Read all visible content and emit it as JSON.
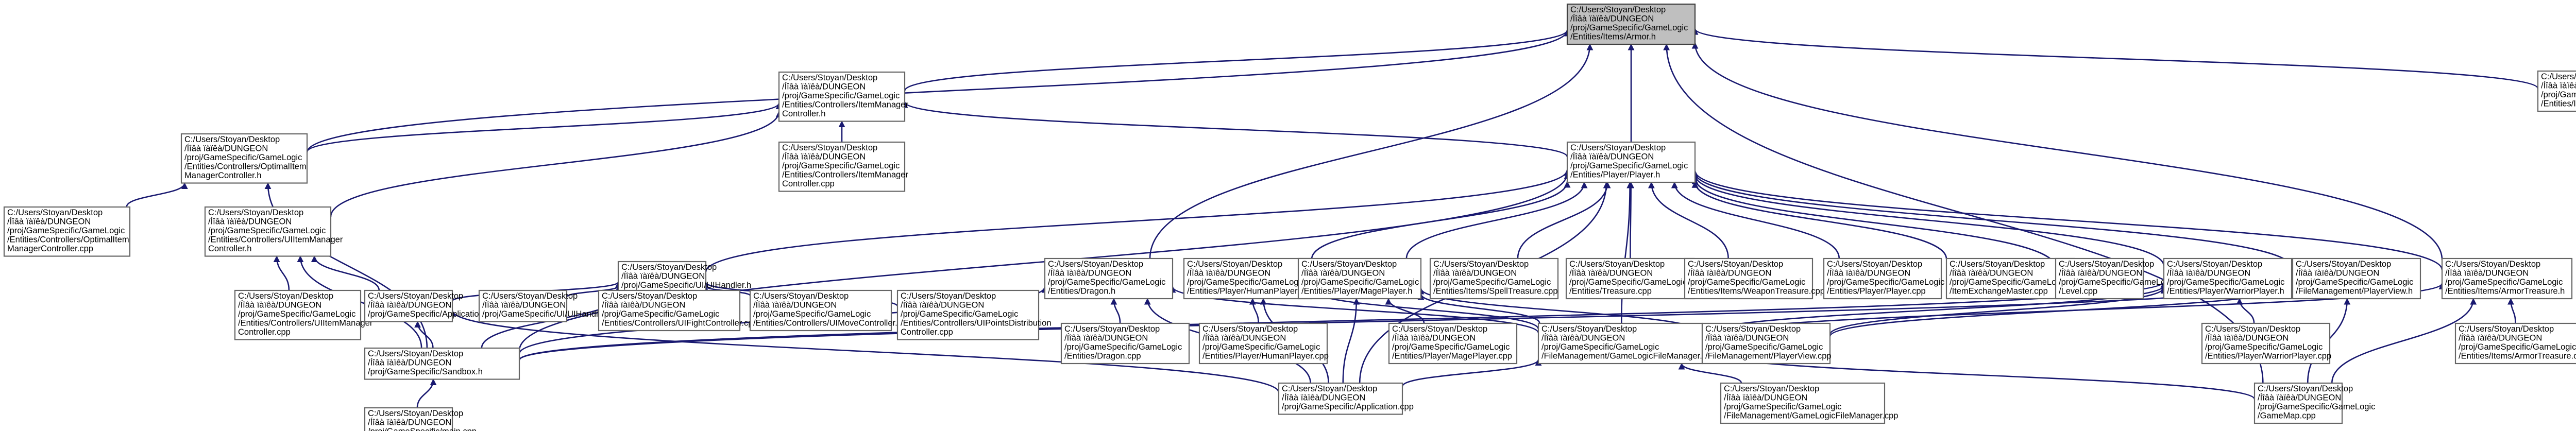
{
  "diagram": {
    "nodes": [
      {
        "id": "armor_h",
        "root": true,
        "lines": [
          "C:/Users/Stoyan/Desktop",
          "/Íîâà ïàïêà/DUNGEON",
          "/proj/GameSpecific/GameLogic",
          "/Entities/Items/Armor.h"
        ]
      },
      {
        "id": "armor_cpp",
        "lines": [
          "C:/Users/Stoyan/Desktop",
          "/Íîâà ïàïêà/DUNGEON",
          "/proj/GameSpecific/GameLogic",
          "/Entities/Items/Armor.cpp"
        ]
      },
      {
        "id": "itemmanager_h",
        "lines": [
          "C:/Users/Stoyan/Desktop",
          "/Íîâà ïàïêà/DUNGEON",
          "/proj/GameSpecific/GameLogic",
          "/Entities/Controllers/ItemManager",
          "Controller.h"
        ]
      },
      {
        "id": "itemmanager_cpp",
        "lines": [
          "C:/Users/Stoyan/Desktop",
          "/Íîâà ïàïêà/DUNGEON",
          "/proj/GameSpecific/GameLogic",
          "/Entities/Controllers/ItemManager",
          "Controller.cpp"
        ]
      },
      {
        "id": "optimalitem_h",
        "lines": [
          "C:/Users/Stoyan/Desktop",
          "/Íîâà ïàïêà/DUNGEON",
          "/proj/GameSpecific/GameLogic",
          "/Entities/Controllers/OptimalItem",
          "ManagerController.h"
        ]
      },
      {
        "id": "optimalitem_cpp",
        "lines": [
          "C:/Users/Stoyan/Desktop",
          "/Íîâà ïàïêà/DUNGEON",
          "/proj/GameSpecific/GameLogic",
          "/Entities/Controllers/OptimalItem",
          "ManagerController.cpp"
        ]
      },
      {
        "id": "uiitemmanager_h",
        "lines": [
          "C:/Users/Stoyan/Desktop",
          "/Íîâà ïàïêà/DUNGEON",
          "/proj/GameSpecific/GameLogic",
          "/Entities/Controllers/UIItemManager",
          "Controller.h"
        ]
      },
      {
        "id": "uiitemmanager_cpp",
        "lines": [
          "C:/Users/Stoyan/Desktop",
          "/Íîâà ïàïêà/DUNGEON",
          "/proj/GameSpecific/GameLogic",
          "/Entities/Controllers/UIItemManager",
          "Controller.cpp"
        ]
      },
      {
        "id": "player_h",
        "lines": [
          "C:/Users/Stoyan/Desktop",
          "/Íîâà ïàïêà/DUNGEON",
          "/proj/GameSpecific/GameLogic",
          "/Entities/Player/Player.h"
        ]
      },
      {
        "id": "uiuihandler_h",
        "lines": [
          "C:/Users/Stoyan/Desktop",
          "/Íîâà ïàïêà/DUNGEON",
          "/proj/GameSpecific/UI/UIHandler.h"
        ]
      },
      {
        "id": "application_h",
        "lines": [
          "C:/Users/Stoyan/Desktop",
          "/Íîâà ïàïêà/DUNGEON",
          "/proj/GameSpecific/Application.h"
        ]
      },
      {
        "id": "uiuihandler_cpp",
        "lines": [
          "C:/Users/Stoyan/Desktop",
          "/Íîâà ïàïêà/DUNGEON",
          "/proj/GameSpecific/UI/UIHandler.cpp"
        ]
      },
      {
        "id": "uifight_cpp",
        "lines": [
          "C:/Users/Stoyan/Desktop",
          "/Íîâà ïàïêà/DUNGEON",
          "/proj/GameSpecific/GameLogic",
          "/Entities/Controllers/UIFightController.cpp"
        ]
      },
      {
        "id": "uimove_cpp",
        "lines": [
          "C:/Users/Stoyan/Desktop",
          "/Íîâà ïàïêà/DUNGEON",
          "/proj/GameSpecific/GameLogic",
          "/Entities/Controllers/UIMoveController.cpp"
        ]
      },
      {
        "id": "uipoints_cpp",
        "lines": [
          "C:/Users/Stoyan/Desktop",
          "/Íîâà ïàïêà/DUNGEON",
          "/proj/GameSpecific/GameLogic",
          "/Entities/Controllers/UIPointsDistribution",
          "Controller.cpp"
        ]
      },
      {
        "id": "dragon_h",
        "lines": [
          "C:/Users/Stoyan/Desktop",
          "/Íîâà ïàïêà/DUNGEON",
          "/proj/GameSpecific/GameLogic",
          "/Entities/Dragon.h"
        ]
      },
      {
        "id": "dragon_cpp",
        "lines": [
          "C:/Users/Stoyan/Desktop",
          "/Íîâà ïàïêà/DUNGEON",
          "/proj/GameSpecific/GameLogic",
          "/Entities/Dragon.cpp"
        ]
      },
      {
        "id": "sandbox_h",
        "lines": [
          "C:/Users/Stoyan/Desktop",
          "/Íîâà ïàïêà/DUNGEON",
          "/proj/GameSpecific/Sandbox.h"
        ]
      },
      {
        "id": "main_cpp",
        "lines": [
          "C:/Users/Stoyan/Desktop",
          "/Íîâà ïàïêà/DUNGEON",
          "/proj/GameSpecific/main.cpp"
        ]
      },
      {
        "id": "humanplayer_h",
        "lines": [
          "C:/Users/Stoyan/Desktop",
          "/Íîâà ïàïêà/DUNGEON",
          "/proj/GameSpecific/GameLogic",
          "/Entities/Player/HumanPlayer.h"
        ]
      },
      {
        "id": "humanplayer_cpp",
        "lines": [
          "C:/Users/Stoyan/Desktop",
          "/Íîâà ïàïêà/DUNGEON",
          "/proj/GameSpecific/GameLogic",
          "/Entities/Player/HumanPlayer.cpp"
        ]
      },
      {
        "id": "application_cpp",
        "lines": [
          "C:/Users/Stoyan/Desktop",
          "/Íîâà ïàïêà/DUNGEON",
          "/proj/GameSpecific/Application.cpp"
        ]
      },
      {
        "id": "mageplayer_h",
        "lines": [
          "C:/Users/Stoyan/Desktop",
          "/Íîâà ïàïêà/DUNGEON",
          "/proj/GameSpecific/GameLogic",
          "/Entities/Player/MagePlayer.h"
        ]
      },
      {
        "id": "mageplayer_cpp",
        "lines": [
          "C:/Users/Stoyan/Desktop",
          "/Íîâà ïàïêà/DUNGEON",
          "/proj/GameSpecific/GameLogic",
          "/Entities/Player/MagePlayer.cpp"
        ]
      },
      {
        "id": "spelltreasure_cpp",
        "lines": [
          "C:/Users/Stoyan/Desktop",
          "/Íîâà ïàïêà/DUNGEON",
          "/proj/GameSpecific/GameLogic",
          "/Entities/Items/SpellTreasure.cpp"
        ]
      },
      {
        "id": "filemanager_h",
        "lines": [
          "C:/Users/Stoyan/Desktop",
          "/Íîâà ïàïêà/DUNGEON",
          "/proj/GameSpecific/GameLogic",
          "/FileManagement/GameLogicFileManager.h"
        ]
      },
      {
        "id": "treasure_cpp",
        "lines": [
          "C:/Users/Stoyan/Desktop",
          "/Íîâà ïàïêà/DUNGEON",
          "/proj/GameSpecific/GameLogic",
          "/Entities/Treasure.cpp"
        ]
      },
      {
        "id": "weapontreasure_cpp",
        "lines": [
          "C:/Users/Stoyan/Desktop",
          "/Íîâà ïàïêà/DUNGEON",
          "/proj/GameSpecific/GameLogic",
          "/Entities/Items/WeaponTreasure.cpp"
        ]
      },
      {
        "id": "filemanager_cpp",
        "lines": [
          "C:/Users/Stoyan/Desktop",
          "/Íîâà ïàïêà/DUNGEON",
          "/proj/GameSpecific/GameLogic",
          "/FileManagement/GameLogicFileManager.cpp"
        ]
      },
      {
        "id": "player_cpp",
        "lines": [
          "C:/Users/Stoyan/Desktop",
          "/Íîâà ïàïêà/DUNGEON",
          "/proj/GameSpecific/GameLogic",
          "/Entities/Player/Player.cpp"
        ]
      },
      {
        "id": "playerview_cpp",
        "lines": [
          "C:/Users/Stoyan/Desktop",
          "/Íîâà ïàïêà/DUNGEON",
          "/proj/GameSpecific/GameLogic",
          "/FileManagement/PlayerView.cpp"
        ]
      },
      {
        "id": "itemexchange_cpp",
        "lines": [
          "C:/Users/Stoyan/Desktop",
          "/Íîâà ïàïêà/DUNGEON",
          "/proj/GameSpecific/GameLogic",
          "/ItemExchangeMaster.cpp"
        ]
      },
      {
        "id": "level_cpp",
        "lines": [
          "C:/Users/Stoyan/Desktop",
          "/Íîâà ïàïêà/DUNGEON",
          "/proj/GameSpecific/GameLogic",
          "/Level.cpp"
        ]
      },
      {
        "id": "warriorplayer_h",
        "lines": [
          "C:/Users/Stoyan/Desktop",
          "/Íîâà ïàïêà/DUNGEON",
          "/proj/GameSpecific/GameLogic",
          "/Entities/Player/WarriorPlayer.h"
        ]
      },
      {
        "id": "warriorplayer_cpp",
        "lines": [
          "C:/Users/Stoyan/Desktop",
          "/Íîâà ïàïêà/DUNGEON",
          "/proj/GameSpecific/GameLogic",
          "/Entities/Player/WarriorPlayer.cpp"
        ]
      },
      {
        "id": "playerview_h",
        "lines": [
          "C:/Users/Stoyan/Desktop",
          "/Íîâà ïàïêà/DUNGEON",
          "/proj/GameSpecific/GameLogic",
          "/FileManagement/PlayerView.h"
        ]
      },
      {
        "id": "gamemap_cpp",
        "lines": [
          "C:/Users/Stoyan/Desktop",
          "/Íîâà ïàïêà/DUNGEON",
          "/proj/GameSpecific/GameLogic",
          "/GameMap.cpp"
        ]
      },
      {
        "id": "armortreasure_h",
        "lines": [
          "C:/Users/Stoyan/Desktop",
          "/Íîâà ïàïêà/DUNGEON",
          "/proj/GameSpecific/GameLogic",
          "/Entities/Items/ArmorTreasure.h"
        ]
      },
      {
        "id": "armortreasure_cpp",
        "lines": [
          "C:/Users/Stoyan/Desktop",
          "/Íîâà ïàïêà/DUNGEON",
          "/proj/GameSpecific/GameLogic",
          "/Entities/Items/ArmorTreasure.cpp"
        ]
      }
    ],
    "edges": [
      [
        "armor_h",
        "armor_cpp"
      ],
      [
        "armor_h",
        "itemmanager_h"
      ],
      [
        "armor_h",
        "player_h"
      ],
      [
        "armor_h",
        "dragon_h"
      ],
      [
        "armor_h",
        "optimalitem_h"
      ],
      [
        "armor_h",
        "armortreasure_h"
      ],
      [
        "armor_h",
        "gamemap_cpp"
      ],
      [
        "itemmanager_h",
        "itemmanager_cpp"
      ],
      [
        "itemmanager_h",
        "optimalitem_h"
      ],
      [
        "itemmanager_h",
        "uiitemmanager_h"
      ],
      [
        "itemmanager_h",
        "player_h"
      ],
      [
        "optimalitem_h",
        "optimalitem_cpp"
      ],
      [
        "optimalitem_h",
        "sandbox_h"
      ],
      [
        "uiitemmanager_h",
        "uiitemmanager_cpp"
      ],
      [
        "uiitemmanager_h",
        "sandbox_h"
      ],
      [
        "uiitemmanager_h",
        "application_h"
      ],
      [
        "player_h",
        "uiuihandler_h"
      ],
      [
        "player_h",
        "humanplayer_h"
      ],
      [
        "player_h",
        "mageplayer_h"
      ],
      [
        "player_h",
        "spelltreasure_cpp"
      ],
      [
        "player_h",
        "treasure_cpp"
      ],
      [
        "player_h",
        "weapontreasure_cpp"
      ],
      [
        "player_h",
        "player_cpp"
      ],
      [
        "player_h",
        "itemexchange_cpp"
      ],
      [
        "player_h",
        "level_cpp"
      ],
      [
        "player_h",
        "warriorplayer_h"
      ],
      [
        "player_h",
        "playerview_h"
      ],
      [
        "player_h",
        "armortreasure_h"
      ],
      [
        "player_h",
        "sandbox_h"
      ],
      [
        "player_h",
        "application_cpp"
      ],
      [
        "player_h",
        "filemanager_h"
      ],
      [
        "uiuihandler_h",
        "application_h"
      ],
      [
        "uiuihandler_h",
        "uiuihandler_cpp"
      ],
      [
        "uiuihandler_h",
        "uifight_cpp"
      ],
      [
        "uiuihandler_h",
        "uimove_cpp"
      ],
      [
        "uiuihandler_h",
        "uipoints_cpp"
      ],
      [
        "uiuihandler_h",
        "sandbox_h"
      ],
      [
        "application_h",
        "sandbox_h"
      ],
      [
        "application_h",
        "application_cpp"
      ],
      [
        "sandbox_h",
        "main_cpp"
      ],
      [
        "dragon_h",
        "dragon_cpp"
      ],
      [
        "dragon_h",
        "sandbox_h"
      ],
      [
        "dragon_h",
        "application_cpp"
      ],
      [
        "dragon_h",
        "filemanager_h"
      ],
      [
        "humanplayer_h",
        "humanplayer_cpp"
      ],
      [
        "humanplayer_h",
        "application_cpp"
      ],
      [
        "humanplayer_h",
        "filemanager_h"
      ],
      [
        "mageplayer_h",
        "mageplayer_cpp"
      ],
      [
        "mageplayer_h",
        "filemanager_h"
      ],
      [
        "mageplayer_h",
        "playerview_cpp"
      ],
      [
        "mageplayer_h",
        "application_cpp"
      ],
      [
        "filemanager_h",
        "filemanager_cpp"
      ],
      [
        "filemanager_h",
        "application_cpp"
      ],
      [
        "filemanager_h",
        "gamemap_cpp"
      ],
      [
        "warriorplayer_h",
        "warriorplayer_cpp"
      ],
      [
        "warriorplayer_h",
        "filemanager_h"
      ],
      [
        "warriorplayer_h",
        "playerview_cpp"
      ],
      [
        "warriorplayer_h",
        "sandbox_h"
      ],
      [
        "playerview_h",
        "playerview_cpp"
      ],
      [
        "playerview_h",
        "gamemap_cpp"
      ],
      [
        "playerview_h",
        "sandbox_h"
      ],
      [
        "armortreasure_h",
        "armortreasure_cpp"
      ],
      [
        "armortreasure_h",
        "gamemap_cpp"
      ],
      [
        "armortreasure_h",
        "filemanager_h"
      ]
    ]
  }
}
